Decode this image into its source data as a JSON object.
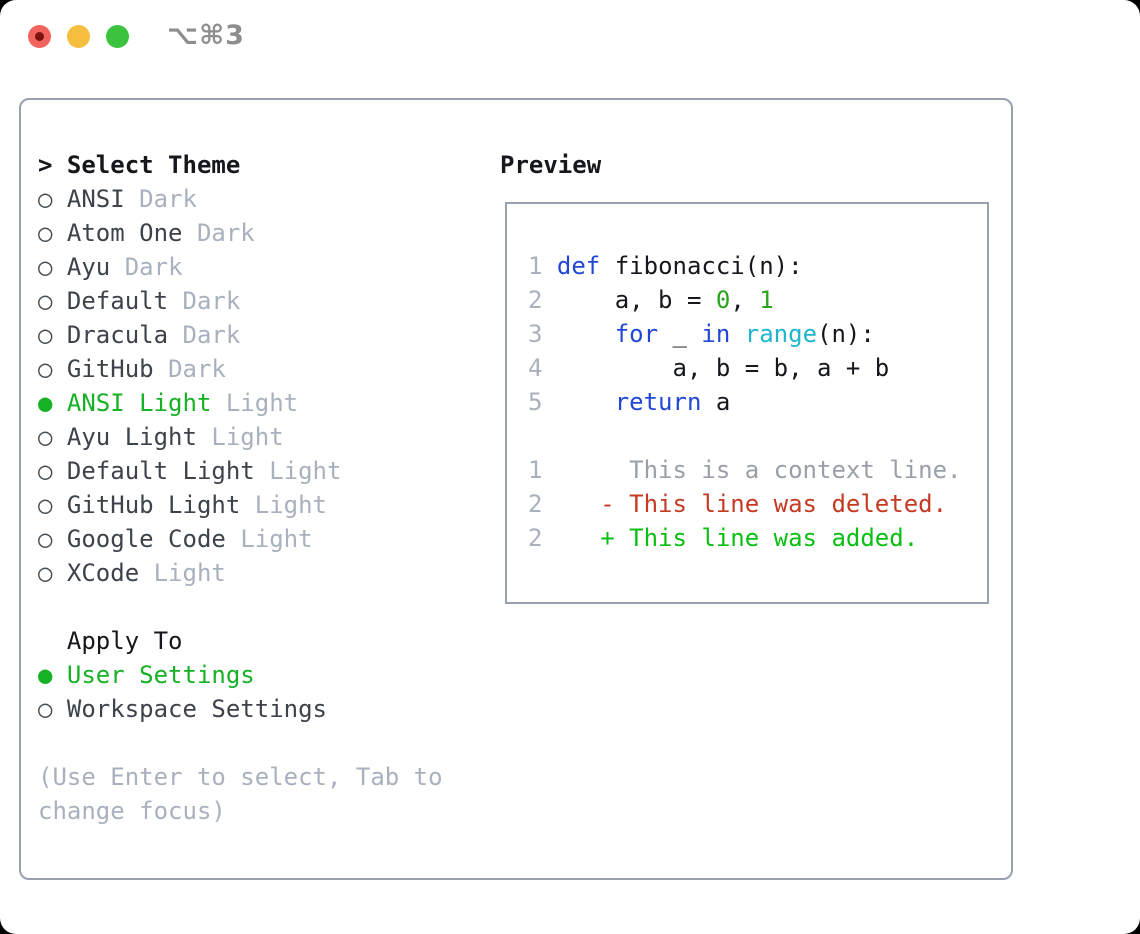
{
  "titlebar": {
    "title": "⌥⌘3",
    "buttons": [
      "close",
      "minimize",
      "zoom"
    ]
  },
  "theme_panel": {
    "header_prefix": ">",
    "header": "Select Theme",
    "items": [
      {
        "name": "ANSI",
        "variant": "Dark",
        "selected": false
      },
      {
        "name": "Atom One",
        "variant": "Dark",
        "selected": false
      },
      {
        "name": "Ayu",
        "variant": "Dark",
        "selected": false
      },
      {
        "name": "Default",
        "variant": "Dark",
        "selected": false
      },
      {
        "name": "Dracula",
        "variant": "Dark",
        "selected": false
      },
      {
        "name": "GitHub",
        "variant": "Dark",
        "selected": false
      },
      {
        "name": "ANSI Light",
        "variant": "Light",
        "selected": true
      },
      {
        "name": "Ayu Light",
        "variant": "Light",
        "selected": false
      },
      {
        "name": "Default Light",
        "variant": "Light",
        "selected": false
      },
      {
        "name": "GitHub Light",
        "variant": "Light",
        "selected": false
      },
      {
        "name": "Google Code",
        "variant": "Light",
        "selected": false
      },
      {
        "name": "XCode",
        "variant": "Light",
        "selected": false
      }
    ]
  },
  "apply_panel": {
    "header": "Apply To",
    "options": [
      {
        "label": "User Settings",
        "selected": true
      },
      {
        "label": "Workspace Settings",
        "selected": false
      }
    ]
  },
  "help_lines": [
    "(Use Enter to select, Tab to",
    "change focus)"
  ],
  "preview_panel": {
    "header": "Preview",
    "code_lines": [
      {
        "num": "1",
        "segments": [
          {
            "text": "def",
            "color": "keyword_blue"
          },
          {
            "text": " fibonacci(n):",
            "color": "code_text"
          }
        ]
      },
      {
        "num": "2",
        "segments": [
          {
            "text": "    a, b = ",
            "color": "code_text"
          },
          {
            "text": "0",
            "color": "literal_green"
          },
          {
            "text": ", ",
            "color": "code_text"
          },
          {
            "text": "1",
            "color": "literal_green"
          }
        ]
      },
      {
        "num": "3",
        "segments": [
          {
            "text": "    ",
            "color": "code_text"
          },
          {
            "text": "for",
            "color": "keyword_blue"
          },
          {
            "text": " _ ",
            "color": "code_text"
          },
          {
            "text": "in",
            "color": "keyword_blue"
          },
          {
            "text": " ",
            "color": "code_text"
          },
          {
            "text": "range",
            "color": "function_cyan"
          },
          {
            "text": "(n):",
            "color": "code_text"
          }
        ]
      },
      {
        "num": "4",
        "segments": [
          {
            "text": "        a, b = b, a + b",
            "color": "code_text"
          }
        ]
      },
      {
        "num": "5",
        "segments": [
          {
            "text": "    ",
            "color": "code_text"
          },
          {
            "text": "return",
            "color": "keyword_blue"
          },
          {
            "text": " a",
            "color": "code_text"
          }
        ]
      }
    ],
    "diff_lines": [
      {
        "num": "1",
        "marker": " ",
        "text": "This is a context line.",
        "type": "context"
      },
      {
        "num": "2",
        "marker": "-",
        "text": "This line was deleted.",
        "type": "deleted"
      },
      {
        "num": "2",
        "marker": "+",
        "text": "This line was added.",
        "type": "added"
      }
    ]
  },
  "colors": {
    "outside": "#000000",
    "window_bg": "#ffffff",
    "border": "#98a1ad",
    "header_text": "#14171c",
    "item_text": "#3d434b",
    "muted": "#a8b1bd",
    "ring": "#454b53",
    "accent_green": "#16b124",
    "keyword_blue": "#2147d5",
    "function_cyan": "#1fb6cd",
    "literal_green": "#2ba61c",
    "deleted_red": "#c53a23",
    "added_green": "#0abf12",
    "context_gray": "#989fa9",
    "line_number": "#a8b1bd",
    "code_text": "#14171c",
    "title_gray": "#8d8d8d",
    "light_red": "#f3635e",
    "light_red_dot": "#7b120e",
    "light_yellow": "#f6be3f",
    "light_green": "#3bc33f"
  }
}
